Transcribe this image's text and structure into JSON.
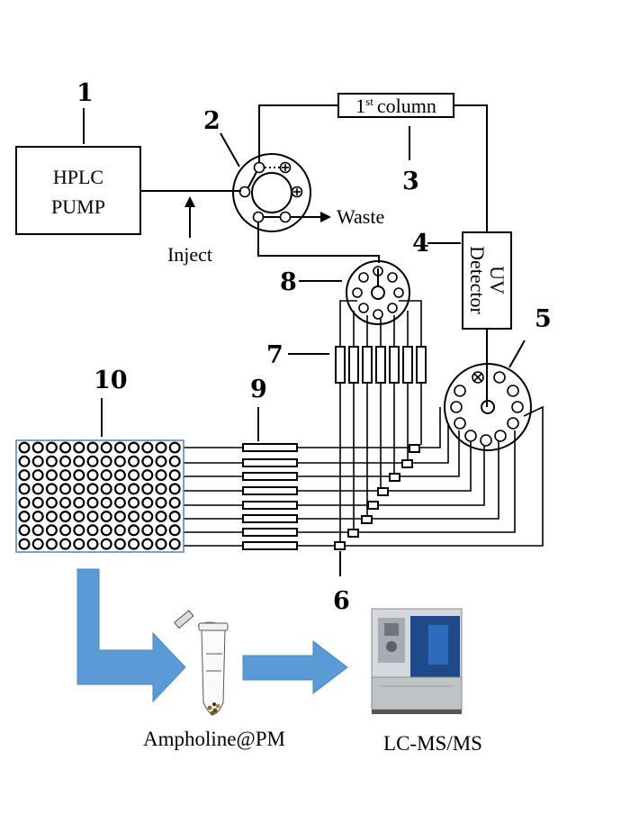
{
  "numbers": {
    "n1": "1",
    "n2": "2",
    "n3": "3",
    "n4": "4",
    "n5": "5",
    "n6": "6",
    "n7": "7",
    "n8": "8",
    "n9": "9",
    "n10": "10"
  },
  "labels": {
    "pump_line1": "HPLC",
    "pump_line2": "PUMP",
    "column_text": "column",
    "column_ordinal": "1",
    "column_sup": "st",
    "inject": "Inject",
    "waste": "Waste",
    "detector_line1": "UV",
    "detector_line2": "Detector",
    "ampholine": "Ampholine@PM",
    "lcms": "LC-MS/MS"
  },
  "colors": {
    "arrow_blue": "#5b9bd5",
    "plate_border": "#4f81bd"
  },
  "icons": {
    "tube": "microcentrifuge-tube-icon",
    "instrument": "mass-spectrometer-icon"
  }
}
